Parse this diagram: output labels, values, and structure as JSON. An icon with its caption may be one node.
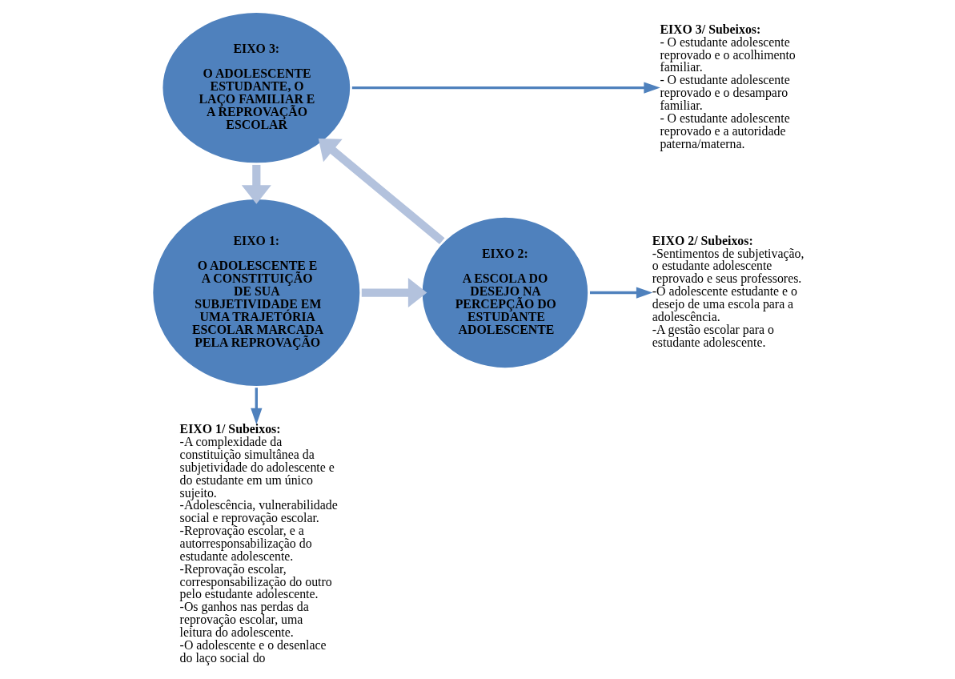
{
  "diagram": {
    "nodes": [
      {
        "text": [
          "EIXO 1:",
          "O ADOLESCENTE E A CONSTITUIÇÃO DE SUA SUBJETIVIDADE EM UMA TRAJETÓRIA ESCOLAR MARCADA PELA REPROVAÇÃO"
        ]
      },
      {
        "text": [
          "EIXO 2:",
          "A ESCOLA DO DESEJO NA PERCEPÇÃO DO ESTUDANTE ADOLESCENTE"
        ]
      },
      {
        "text": [
          "EIXO 3:",
          "O ADOLESCENTE ESTUDANTE, O LAÇO FAMILIAR E A REPROVAÇÃO ESCOLAR"
        ]
      },
      {
        "text": [
          "EIXO 1/ Subeixos:",
          "-A complexidade da constituição simultânea da subjetividade do adolescente e do estudante em um único sujeito.",
          "-Adolescência, vulnerabilidade social e reprovação escolar.",
          "-Reprovação escolar, e a autorresponsabilização do estudante adolescente.",
          "-Reprovação escolar, corresponsabilização do outro pelo estudante adolescente.",
          "-Os ganhos nas perdas da reprovação escolar, uma leitura do adolescente.",
          "-O adolescente e o desenlace do laço social do"
        ]
      },
      {
        "text": [
          "EIXO 2/ Subeixos:",
          "-Sentimentos de subjetivação, o estudante adolescente reprovado e seus professores.",
          "-O adolescente estudante e o desejo de uma escola para a adolescência.",
          "-A gestão escolar para o estudante adolescente."
        ]
      },
      {
        "text": [
          "EIXO 3/ Subeixos:",
          "- O estudante adolescente reprovado e o acolhimento familiar.",
          "- O estudante adolescente reprovado e o desamparo familiar.",
          "- O estudante adolescente reprovado e a autoridade paterna/materna."
        ]
      }
    ],
    "edges": [
      {
        "from": 0,
        "to": 3,
        "arrow": "to"
      },
      {
        "from": 1,
        "to": 4,
        "arrow": "to"
      },
      {
        "from": 2,
        "to": 5,
        "arrow": "to"
      },
      {
        "from": 0,
        "to": 1,
        "arrow": "to",
        "style": "thick",
        "color": "#b3c2dd"
      },
      {
        "from": 1,
        "to": 2,
        "arrow": "to",
        "style": "thick",
        "color": "#b3c2dd"
      },
      {
        "from": 2,
        "to": 0,
        "arrow": "to",
        "style": "thick",
        "color": "#b3c2dd"
      }
    ]
  }
}
